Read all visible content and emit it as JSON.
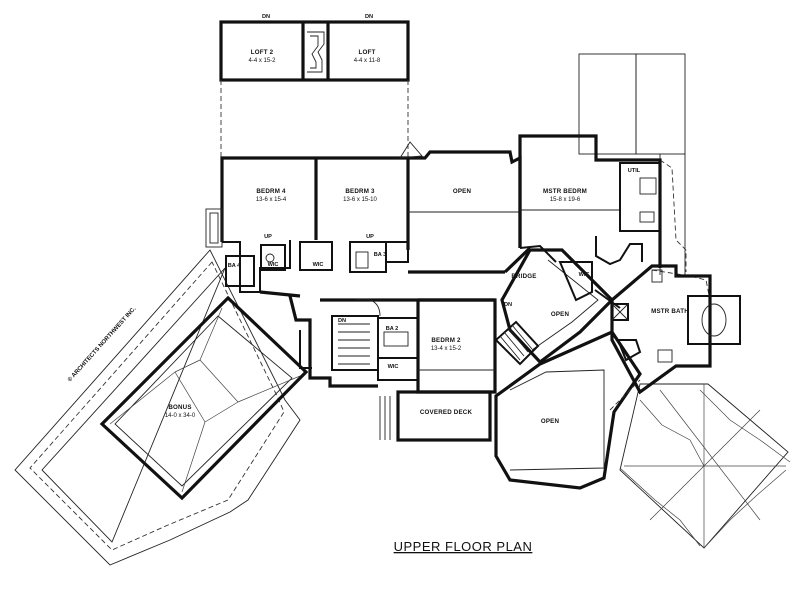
{
  "plan_title": "UPPER FLOOR PLAN",
  "copyright": "© ARCHITECTS NORTHWEST INC.",
  "rooms": {
    "loft2": {
      "name": "LOFT 2",
      "size": "4-4 x 15-2"
    },
    "loft": {
      "name": "LOFT",
      "size": "4-4 x 11-8"
    },
    "bedrm4": {
      "name": "BEDRM 4",
      "size": "13-6 x 15-4"
    },
    "bedrm3": {
      "name": "BEDRM 3",
      "size": "13-6 x 15-10"
    },
    "open_top": {
      "name": "OPEN"
    },
    "mstr_bedrm": {
      "name": "MSTR BEDRM",
      "size": "15-8 x 19-6"
    },
    "util": {
      "name": "UTIL"
    },
    "mstr_bath": {
      "name": "MSTR BATH"
    },
    "bridge": {
      "name": "BRIDGE"
    },
    "open_mid": {
      "name": "OPEN"
    },
    "open_low": {
      "name": "OPEN"
    },
    "bedrm2": {
      "name": "BEDRM 2",
      "size": "13-4 x 15-2"
    },
    "ba2": {
      "name": "BA 2"
    },
    "ba3": {
      "name": "BA 3"
    },
    "ba4": {
      "name": "BA 4"
    },
    "covered_deck": {
      "name": "COVERED DECK"
    },
    "bonus": {
      "name": "BONUS",
      "size": "14-0 x 34-0"
    }
  },
  "markers": {
    "dn_loft2": "DN",
    "dn_loft": "DN",
    "up_b4": "UP",
    "up_b3": "UP",
    "dn_stair": "DN",
    "dn_right": "DN",
    "wic": "WIC"
  }
}
